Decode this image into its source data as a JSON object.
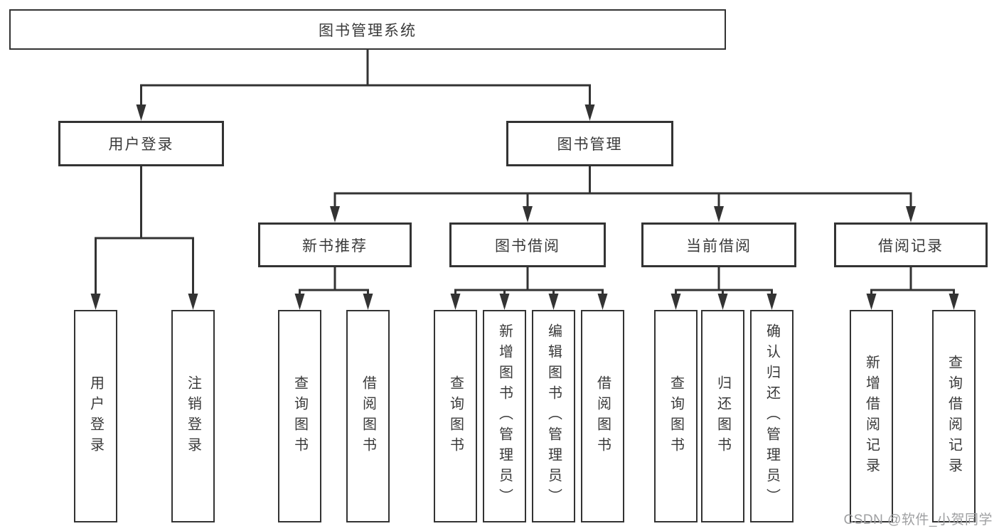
{
  "tree": {
    "root": "图书管理系统",
    "branches": [
      {
        "label": "用户登录",
        "leaves": [
          "用户登录",
          "注销登录"
        ]
      },
      {
        "label": "图书管理",
        "groups": [
          {
            "label": "新书推荐",
            "leaves": [
              "查询图书",
              "借阅图书"
            ]
          },
          {
            "label": "图书借阅",
            "leaves": [
              "查询图书",
              "新增图书（管理员）",
              "编辑图书（管理员）",
              "借阅图书"
            ]
          },
          {
            "label": "当前借阅",
            "leaves": [
              "查询图书",
              "归还图书",
              "确认归还（管理员）"
            ]
          },
          {
            "label": "借阅记录",
            "leaves": [
              "新增借阅记录",
              "查询借阅记录"
            ]
          }
        ]
      }
    ]
  },
  "watermark": "CSDN @软件_小贺同学",
  "colors": {
    "line": "#333333",
    "box_border": "#333333",
    "text": "#3a3a3a",
    "watermark": "#9fa0a2",
    "background": "#ffffff"
  }
}
